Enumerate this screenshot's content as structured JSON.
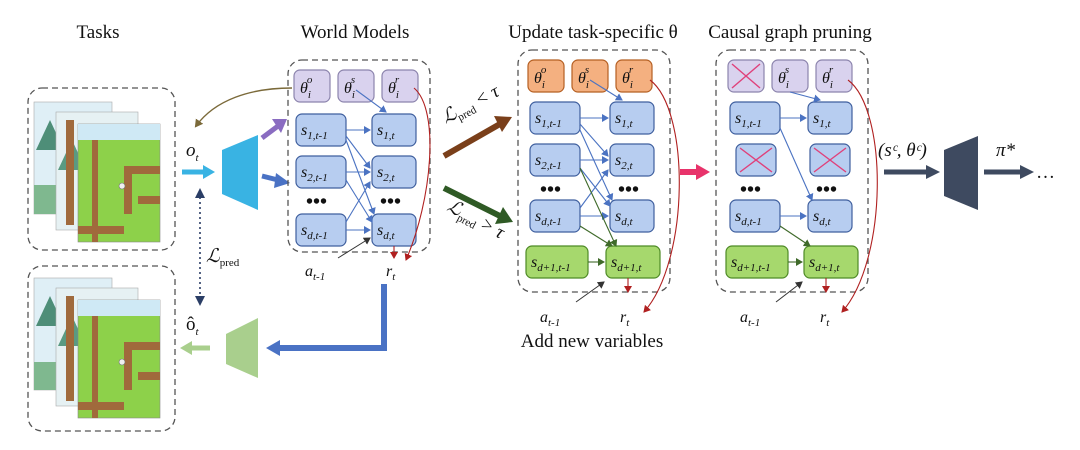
{
  "headings": {
    "tasks": "Tasks",
    "world_models": "World Models",
    "update_theta": "Update task-specific θ",
    "causal_pruning": "Causal graph pruning",
    "add_new_variables": "Add new variables"
  },
  "symbols": {
    "obs": "o",
    "obs_sub": "t",
    "obs_hat": "ô",
    "obs_hat_sub": "t",
    "loss_main": "ℒ",
    "loss_sub": "pred",
    "lt": "< τ",
    "gt": "> τ",
    "action": "a",
    "action_sub": "t-1",
    "reward": "r",
    "reward_sub": "t",
    "policy": "π*",
    "sc_theta": "(sᶜ, θᶜ)",
    "ellipsis": "…"
  },
  "theta_params": [
    {
      "base": "θ",
      "sub": "i",
      "sup": "o"
    },
    {
      "base": "θ",
      "sub": "i",
      "sup": "s"
    },
    {
      "base": "θ",
      "sub": "i",
      "sup": "r"
    }
  ],
  "states_prev": [
    {
      "base": "s",
      "sub": "1,t-1"
    },
    {
      "base": "s",
      "sub": "2,t-1"
    },
    {
      "base": "s",
      "sub": "d,t-1"
    },
    {
      "base": "s",
      "sub": "d+1,t-1"
    }
  ],
  "states_cur": [
    {
      "base": "s",
      "sub": "1,t"
    },
    {
      "base": "s",
      "sub": "2,t"
    },
    {
      "base": "s",
      "sub": "d,t"
    },
    {
      "base": "s",
      "sub": "d+1,t"
    }
  ],
  "dots_label": "•••",
  "colors": {
    "state_fill": "#b7cdf0",
    "new_state_fill": "#a6d86d",
    "theta_fill": "#d9d2ee",
    "updated_theta_fill": "#f4b080",
    "encoder": "#39b3e3",
    "decoder": "#a9cf8d",
    "policy_net": "#3e4a60",
    "arrow_brown": "#7a3f1a",
    "arrow_darkgreen": "#2f5a25",
    "arrow_pink": "#e8336b",
    "arrow_blue": "#4a72c4",
    "arrow_purple": "#8a6cc1",
    "pruned_cross": "#e0407a"
  }
}
